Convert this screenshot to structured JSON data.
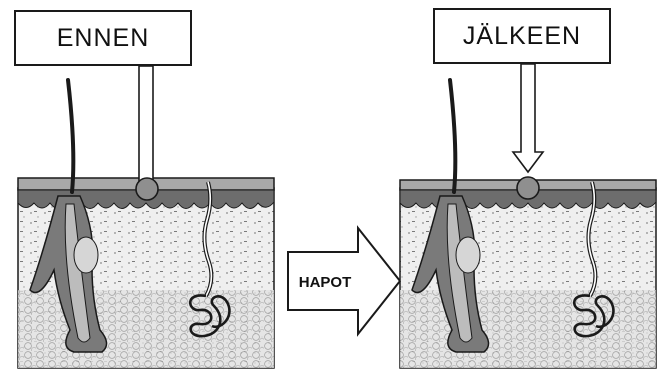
{
  "labels": {
    "before": "ENNEN",
    "after": "JÄLKEEN",
    "process": "HAPOT"
  },
  "colors": {
    "ink": "#1a1a1a",
    "skin_dark": "#6d6d6d",
    "skin_mid": "#a8a8a8",
    "dermis": "#ececec",
    "background": "#ffffff"
  },
  "icons": [
    "hair-follicle",
    "sweat-gland",
    "sweat-duct",
    "pore-circle",
    "down-arrow"
  ]
}
